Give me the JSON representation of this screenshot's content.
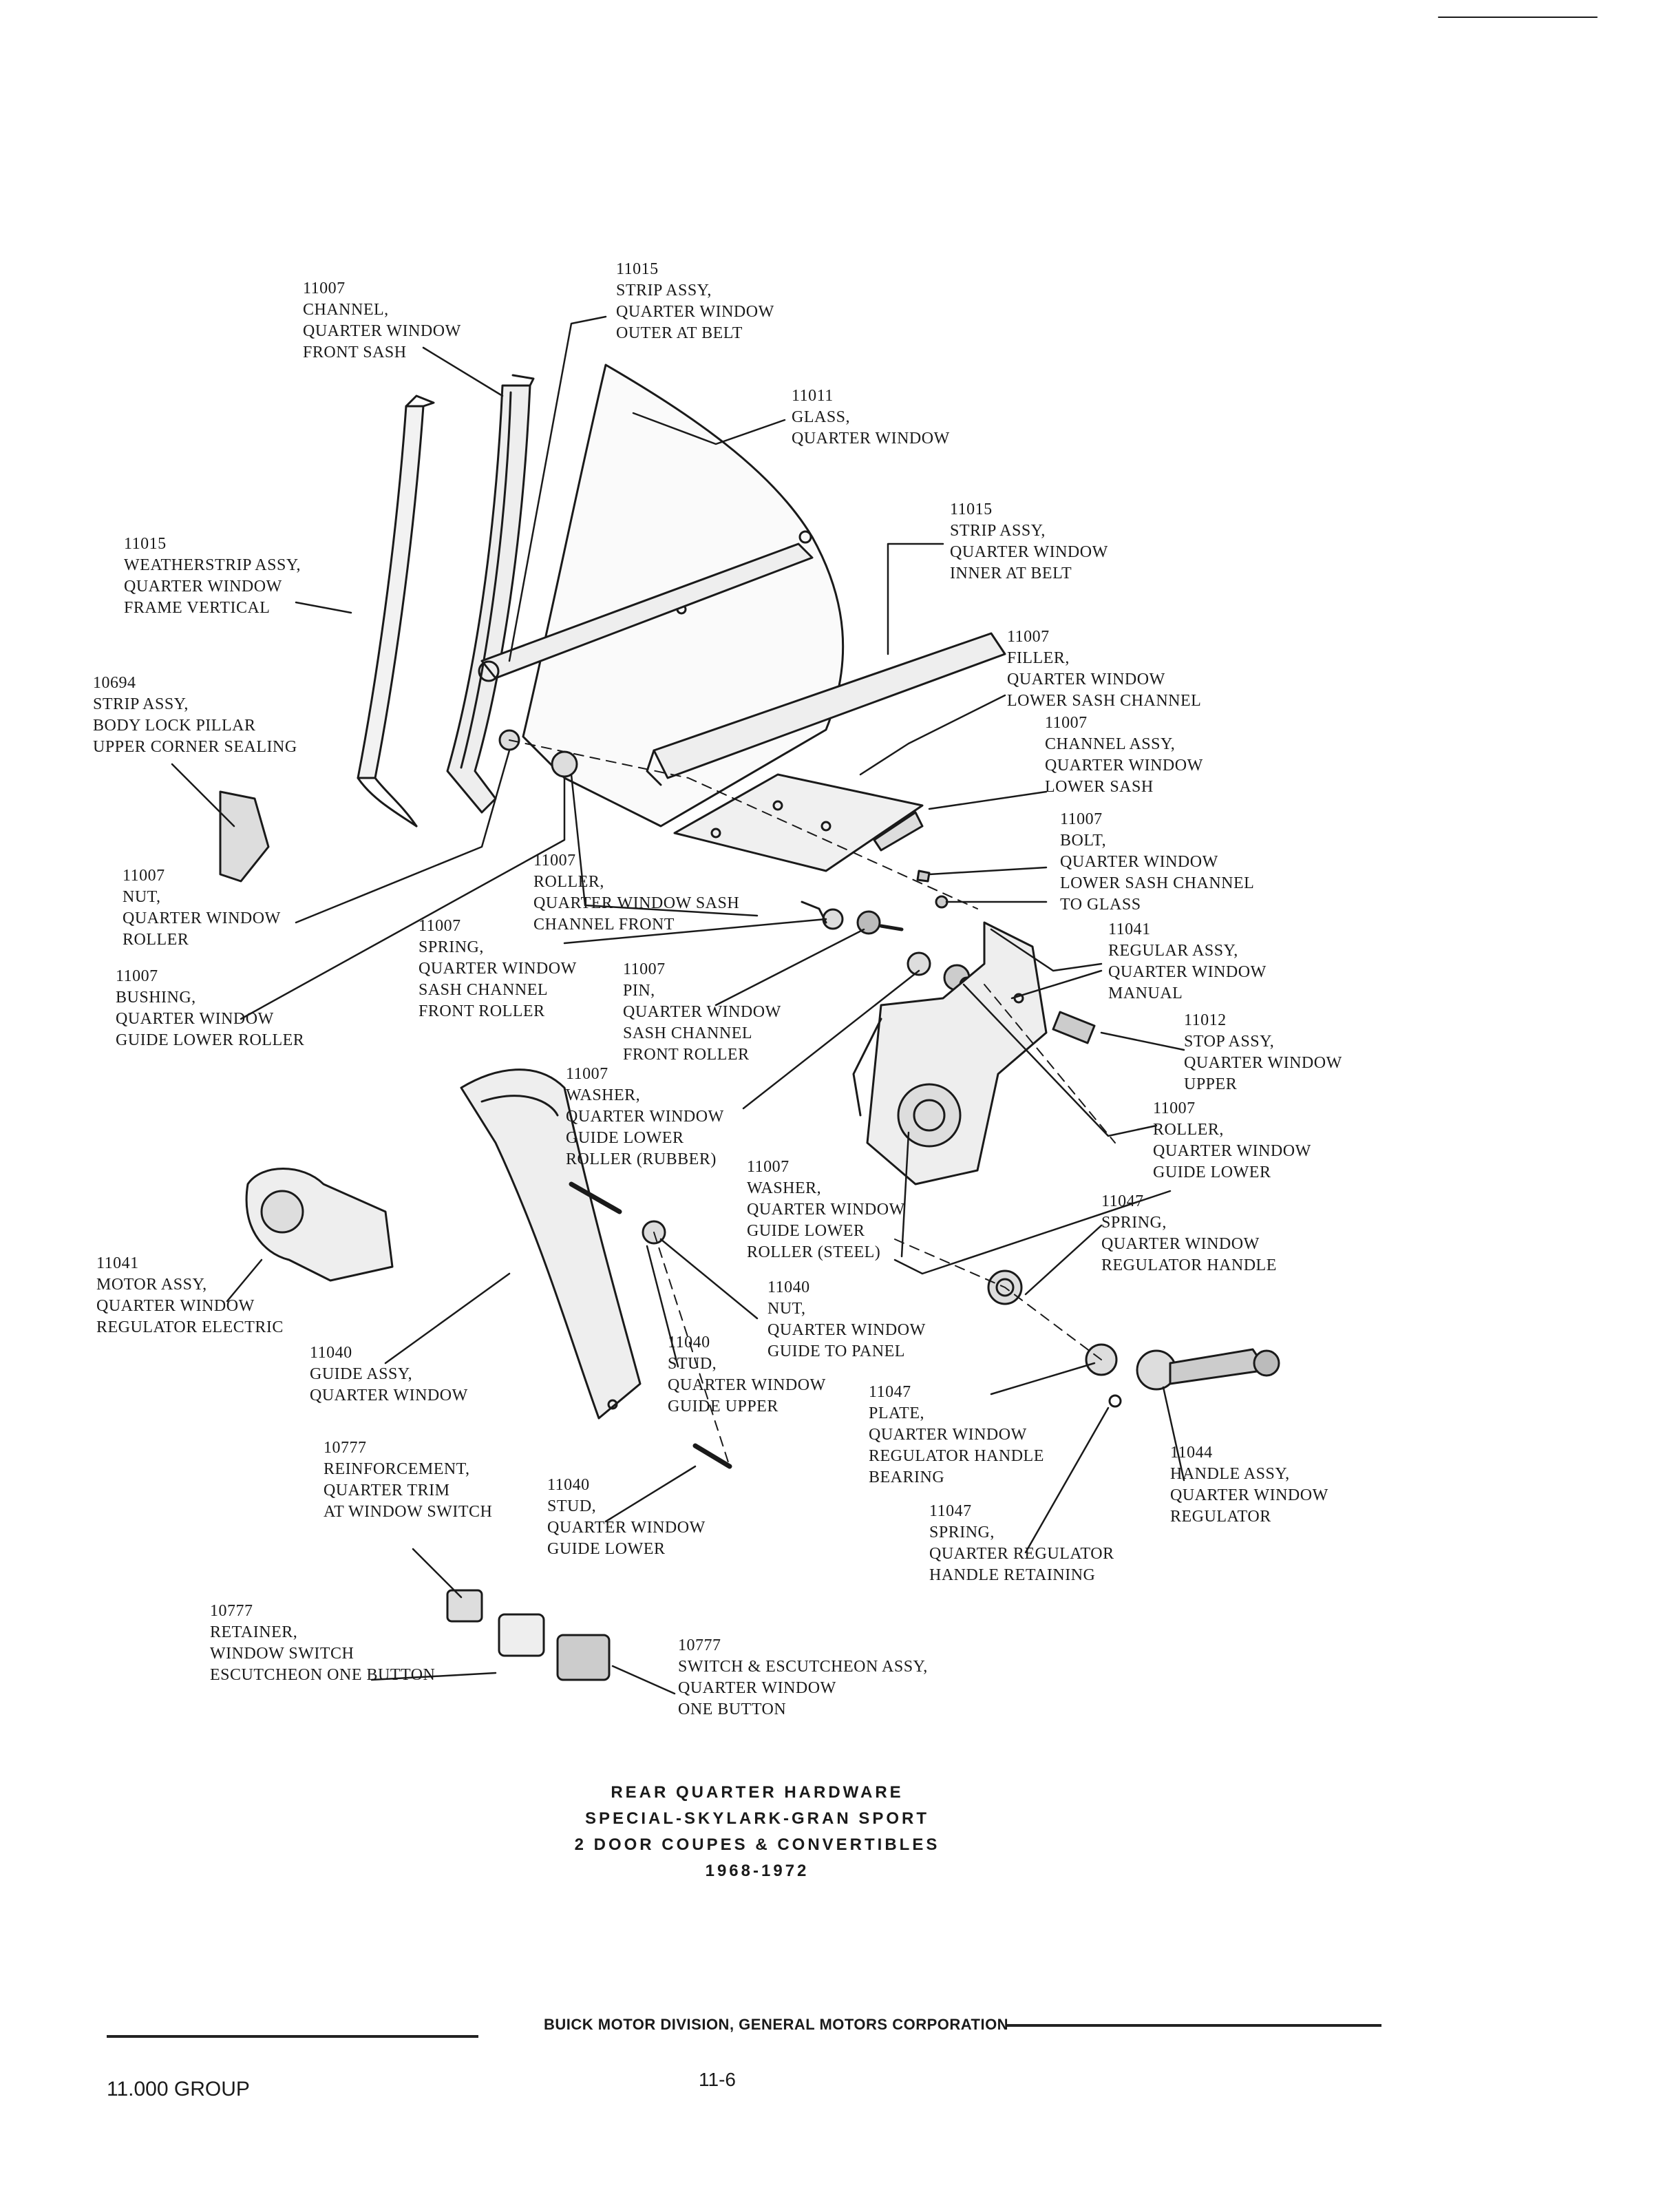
{
  "callouts": {
    "front_sash_channel": [
      "11007",
      "CHANNEL,",
      "QUARTER WINDOW",
      "FRONT SASH"
    ],
    "outer_belt_strip": [
      "11015",
      "STRIP ASSY,",
      "QUARTER WINDOW",
      "OUTER AT BELT"
    ],
    "glass": [
      "11011",
      "GLASS,",
      "QUARTER WINDOW"
    ],
    "inner_belt_strip": [
      "11015",
      "STRIP ASSY,",
      "QUARTER WINDOW",
      "INNER AT BELT"
    ],
    "weatherstrip": [
      "11015",
      "WEATHERSTRIP ASSY,",
      "QUARTER WINDOW",
      "FRAME VERTICAL"
    ],
    "filler": [
      "11007",
      "FILLER,",
      "QUARTER WINDOW",
      "LOWER SASH CHANNEL"
    ],
    "lower_sash_channel": [
      "11007",
      "CHANNEL ASSY,",
      "QUARTER WINDOW",
      "LOWER SASH"
    ],
    "pillar_strip": [
      "10694",
      "STRIP ASSY,",
      "BODY LOCK PILLAR",
      "UPPER CORNER SEALING"
    ],
    "bolt": [
      "11007",
      "BOLT,",
      "QUARTER WINDOW",
      "LOWER SASH CHANNEL",
      "TO GLASS"
    ],
    "roller_front": [
      "11007",
      "ROLLER,",
      "QUARTER WINDOW SASH",
      "CHANNEL FRONT"
    ],
    "roller_nut": [
      "11007",
      "NUT,",
      "QUARTER WINDOW",
      "ROLLER"
    ],
    "regulator": [
      "11041",
      "REGULAR ASSY,",
      "QUARTER WINDOW",
      "MANUAL"
    ],
    "spring_front_roller": [
      "11007",
      "SPRING,",
      "QUARTER WINDOW",
      "SASH CHANNEL",
      "FRONT ROLLER"
    ],
    "bushing": [
      "11007",
      "BUSHING,",
      "QUARTER WINDOW",
      "GUIDE LOWER ROLLER"
    ],
    "pin": [
      "11007",
      "PIN,",
      "QUARTER WINDOW",
      "SASH CHANNEL",
      "FRONT ROLLER"
    ],
    "stop_upper": [
      "11012",
      "STOP ASSY,",
      "QUARTER WINDOW",
      "UPPER"
    ],
    "washer_rubber": [
      "11007",
      "WASHER,",
      "QUARTER WINDOW",
      "GUIDE LOWER",
      "ROLLER (RUBBER)"
    ],
    "roller_guide_lower": [
      "11007",
      "ROLLER,",
      "QUARTER WINDOW",
      "GUIDE LOWER"
    ],
    "washer_steel": [
      "11007",
      "WASHER,",
      "QUARTER WINDOW",
      "GUIDE LOWER",
      "ROLLER (STEEL)"
    ],
    "spring_handle": [
      "11047",
      "SPRING,",
      "QUARTER WINDOW",
      "REGULATOR HANDLE"
    ],
    "motor": [
      "11041",
      "MOTOR ASSY,",
      "QUARTER WINDOW",
      "REGULATOR ELECTRIC"
    ],
    "nut_guide": [
      "11040",
      "NUT,",
      "QUARTER WINDOW",
      "GUIDE TO PANEL"
    ],
    "guide_assy": [
      "11040",
      "GUIDE ASSY,",
      "QUARTER WINDOW"
    ],
    "stud_upper": [
      "11040",
      "STUD,",
      "QUARTER WINDOW",
      "GUIDE UPPER"
    ],
    "plate": [
      "11047",
      "PLATE,",
      "QUARTER WINDOW",
      "REGULATOR HANDLE",
      "BEARING"
    ],
    "handle": [
      "11044",
      "HANDLE ASSY,",
      "QUARTER WINDOW",
      "REGULATOR"
    ],
    "reinforcement": [
      "10777",
      "REINFORCEMENT,",
      "QUARTER TRIM",
      "AT WINDOW SWITCH"
    ],
    "stud_lower": [
      "11040",
      "STUD,",
      "QUARTER WINDOW",
      "GUIDE LOWER"
    ],
    "spring_retaining": [
      "11047",
      "SPRING,",
      "QUARTER REGULATOR",
      "HANDLE RETAINING"
    ],
    "retainer": [
      "10777",
      "RETAINER,",
      "WINDOW SWITCH",
      "ESCUTCHEON ONE BUTTON"
    ],
    "switch": [
      "10777",
      "SWITCH & ESCUTCHEON ASSY,",
      "QUARTER WINDOW",
      "ONE BUTTON"
    ]
  },
  "caption": {
    "line1": "REAR QUARTER HARDWARE",
    "line2": "SPECIAL-SKYLARK-GRAN SPORT",
    "line3": "2 DOOR COUPES & CONVERTIBLES",
    "line4": "1968-1972"
  },
  "footer": {
    "division": "BUICK MOTOR DIVISION, GENERAL MOTORS CORPORATION",
    "page_number": "11-6",
    "group": "11.000 GROUP"
  }
}
